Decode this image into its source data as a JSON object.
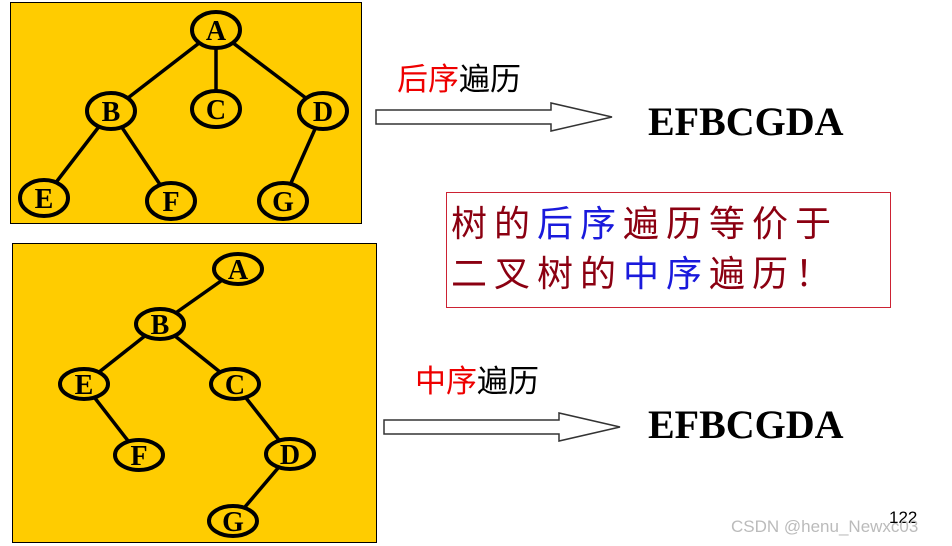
{
  "top_tree": {
    "nodes": {
      "A": "A",
      "B": "B",
      "C": "C",
      "D": "D",
      "E": "E",
      "F": "F",
      "G": "G"
    }
  },
  "bottom_tree": {
    "nodes": {
      "A": "A",
      "B": "B",
      "C": "C",
      "D": "D",
      "E": "E",
      "F": "F",
      "G": "G"
    }
  },
  "postorder": {
    "label_colored": "后序",
    "label_plain": "遍历",
    "result": "EFBCGDA"
  },
  "inorder": {
    "label_colored": "中序",
    "label_plain": "遍历",
    "result": "EFBCGDA"
  },
  "note": {
    "line1": [
      {
        "text": "树的",
        "color": "maroon"
      },
      {
        "text": "后序",
        "color": "blue"
      },
      {
        "text": "遍历等价于",
        "color": "maroon"
      }
    ],
    "line2": [
      {
        "text": "二叉树的",
        "color": "maroon"
      },
      {
        "text": "中序",
        "color": "blue"
      },
      {
        "text": "遍历！",
        "color": "maroon"
      }
    ]
  },
  "page_number": "122",
  "watermark": "CSDN @henu_Newxc03",
  "colors": {
    "panel_bg": "#ffcc00",
    "accent_red": "#ee0000",
    "accent_blue": "#1a1adc",
    "accent_maroon": "#8b0011",
    "note_border": "#cc2233"
  }
}
